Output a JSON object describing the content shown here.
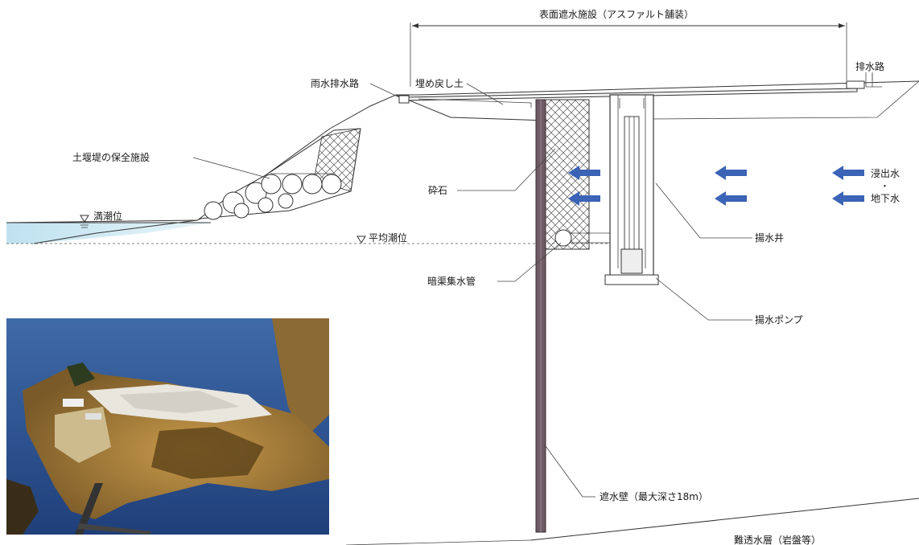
{
  "labels": {
    "surface_barrier": "表面遮水施設（アスファルト舗装）",
    "drain_right": "排水路",
    "rain_drain": "雨水排水路",
    "backfill": "埋め戻し土",
    "embankment": "土堰堤の保全施設",
    "high_tide": "満潮位",
    "mean_tide": "平均潮位",
    "crushed_stone": "砕石",
    "culvert_pipe": "暗渠集水管",
    "pump_well": "揚水井",
    "pump": "揚水ポンプ",
    "seepage_1": "浸出水",
    "seepage_dot": "・",
    "seepage_2": "地下水",
    "cutoff_wall": "遮水壁（最大深さ18m）",
    "bedrock": "難透水層（岩盤等）"
  },
  "colors": {
    "arrow": "#3b63b6",
    "sea": "#cfe9f3",
    "wall": "#6e5a63",
    "photo_sea": "#2c4f8e",
    "photo_land": "#b88a3a"
  },
  "icons": {
    "tide_marker": "triangle-down-icon",
    "flow_arrow": "arrow-left-icon"
  }
}
